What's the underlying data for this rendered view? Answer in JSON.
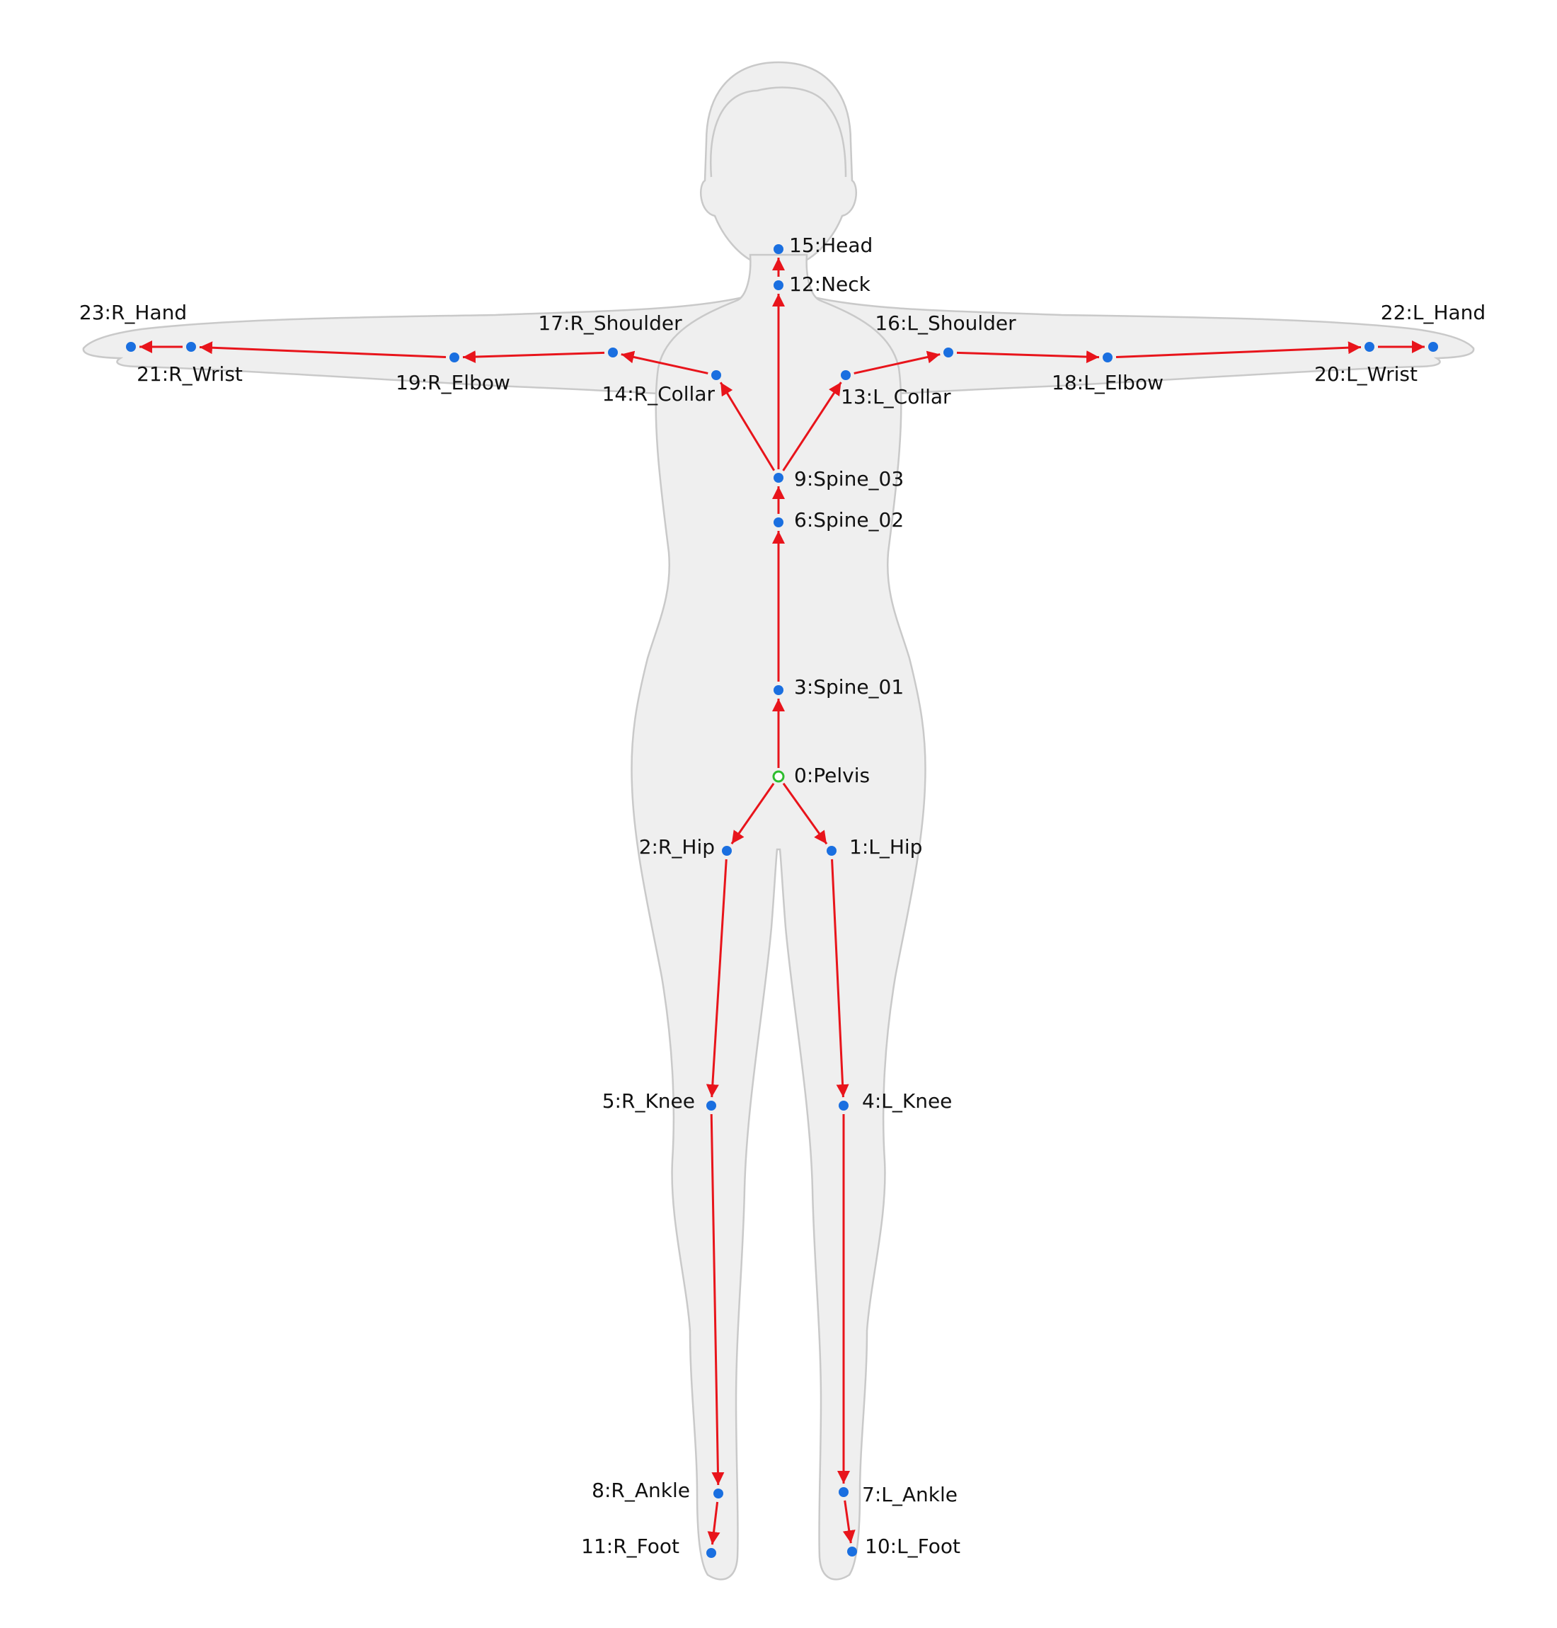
{
  "colors": {
    "joint": "#1a6fe0",
    "root": "#2ebd2e",
    "bone": "#e8141b",
    "silhouette_fill": "#efefef",
    "silhouette_stroke": "#c9c9c9"
  },
  "joints": [
    {
      "id": 0,
      "label": "0:Pelvis",
      "root": true
    },
    {
      "id": 1,
      "label": "1:L_Hip"
    },
    {
      "id": 2,
      "label": "2:R_Hip"
    },
    {
      "id": 3,
      "label": "3:Spine_01"
    },
    {
      "id": 4,
      "label": "4:L_Knee"
    },
    {
      "id": 5,
      "label": "5:R_Knee"
    },
    {
      "id": 6,
      "label": "6:Spine_02"
    },
    {
      "id": 7,
      "label": "7:L_Ankle"
    },
    {
      "id": 8,
      "label": "8:R_Ankle"
    },
    {
      "id": 9,
      "label": "9:Spine_03"
    },
    {
      "id": 10,
      "label": "10:L_Foot"
    },
    {
      "id": 11,
      "label": "11:R_Foot"
    },
    {
      "id": 12,
      "label": "12:Neck"
    },
    {
      "id": 13,
      "label": "13:L_Collar"
    },
    {
      "id": 14,
      "label": "14:R_Collar"
    },
    {
      "id": 15,
      "label": "15:Head"
    },
    {
      "id": 16,
      "label": "16:L_Shoulder"
    },
    {
      "id": 17,
      "label": "17:R_Shoulder"
    },
    {
      "id": 18,
      "label": "18:L_Elbow"
    },
    {
      "id": 19,
      "label": "19:R_Elbow"
    },
    {
      "id": 20,
      "label": "20:L_Wrist"
    },
    {
      "id": 21,
      "label": "21:R_Wrist"
    },
    {
      "id": 22,
      "label": "22:L_Hand"
    },
    {
      "id": 23,
      "label": "23:R_Hand"
    }
  ],
  "bones": [
    [
      0,
      3
    ],
    [
      0,
      1
    ],
    [
      0,
      2
    ],
    [
      3,
      6
    ],
    [
      6,
      9
    ],
    [
      9,
      12
    ],
    [
      12,
      15
    ],
    [
      9,
      13
    ],
    [
      9,
      14
    ],
    [
      13,
      16
    ],
    [
      14,
      17
    ],
    [
      16,
      18
    ],
    [
      17,
      19
    ],
    [
      18,
      20
    ],
    [
      19,
      21
    ],
    [
      20,
      22
    ],
    [
      21,
      23
    ],
    [
      1,
      4
    ],
    [
      2,
      5
    ],
    [
      4,
      7
    ],
    [
      5,
      8
    ],
    [
      7,
      10
    ],
    [
      8,
      11
    ]
  ]
}
